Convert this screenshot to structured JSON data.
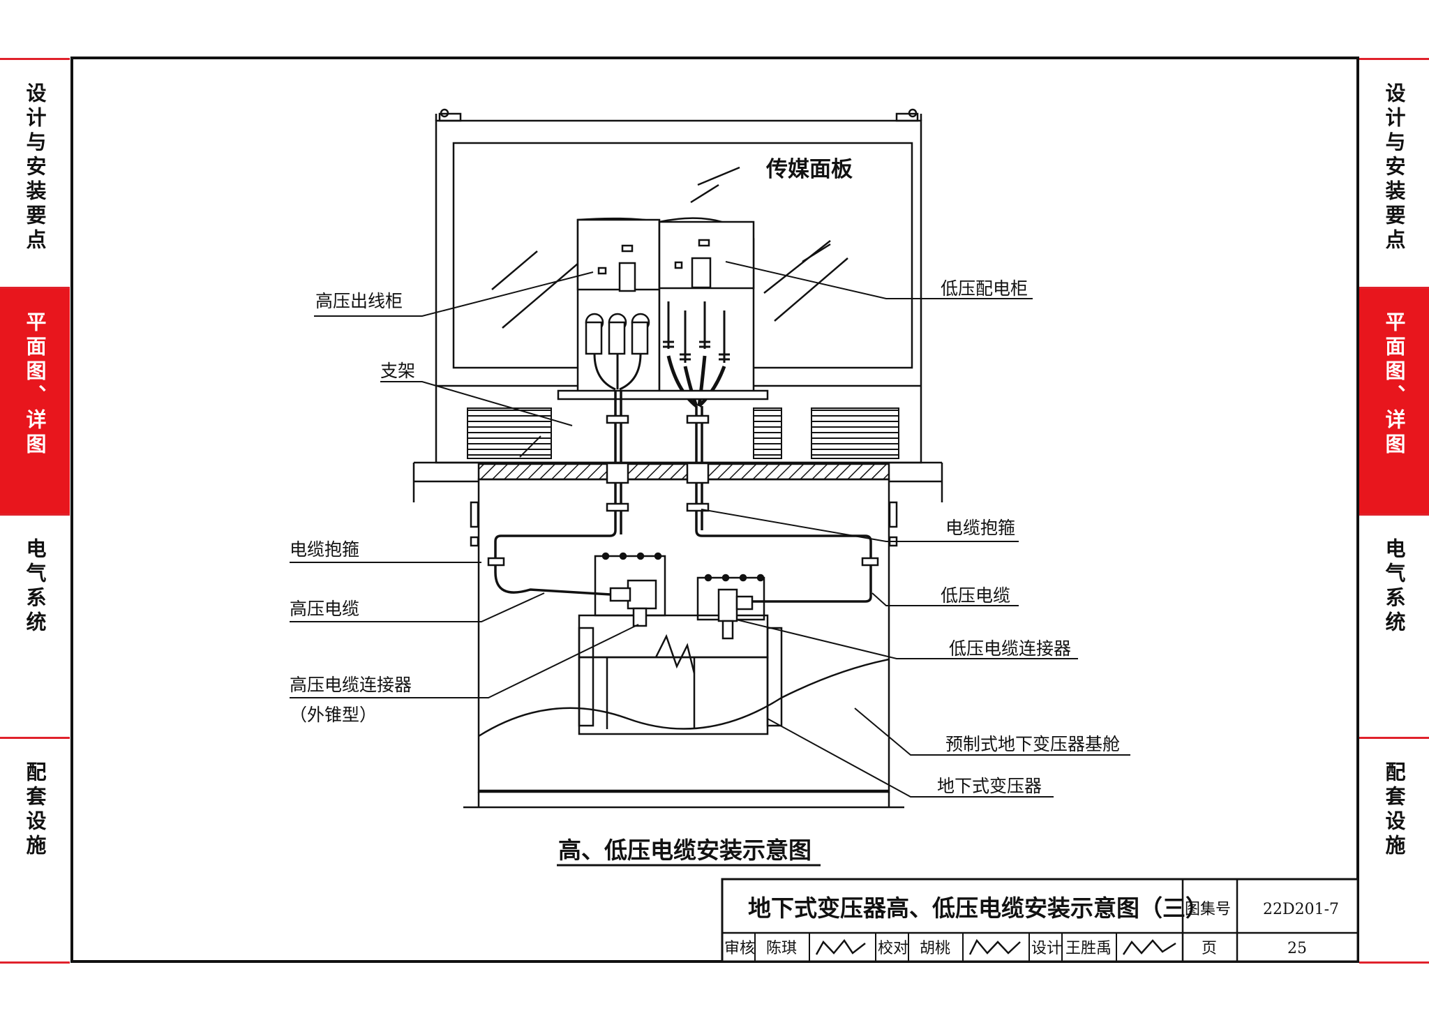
{
  "side_tabs": [
    {
      "label": "设计与安装要点",
      "active": false
    },
    {
      "label": "平面图、详图",
      "active": true
    },
    {
      "label": "电气系统",
      "active": false
    },
    {
      "label": "配套设施",
      "active": false
    }
  ],
  "diagram": {
    "panel_title": "传媒面板",
    "labels": {
      "hv_outgoing_cabinet": "高压出线柜",
      "lv_distribution_cabinet": "低压配电柜",
      "bracket": "支架",
      "cable_clamp_left": "电缆抱箍",
      "cable_clamp_right": "电缆抱箍",
      "hv_cable": "高压电缆",
      "lv_cable": "低压电缆",
      "hv_connector": "高压电缆连接器",
      "hv_connector_note": "（外锥型）",
      "lv_connector": "低压电缆连接器",
      "prefab_chamber": "预制式地下变压器基舱",
      "underground_transformer": "地下式变压器"
    },
    "caption": "高、低压电缆安装示意图"
  },
  "title_block": {
    "title": "地下式变压器高、低压电缆安装示意图（三）",
    "atlas_no_label": "图集号",
    "atlas_no": "22D201-7",
    "reviewer_label": "审核",
    "reviewer": "陈琪",
    "checker_label": "校对",
    "checker": "胡桃",
    "designer_label": "设计",
    "designer": "王胜禹",
    "page_label": "页",
    "page": "25"
  },
  "colors": {
    "accent_red": "#e8161d",
    "line": "#111111"
  }
}
